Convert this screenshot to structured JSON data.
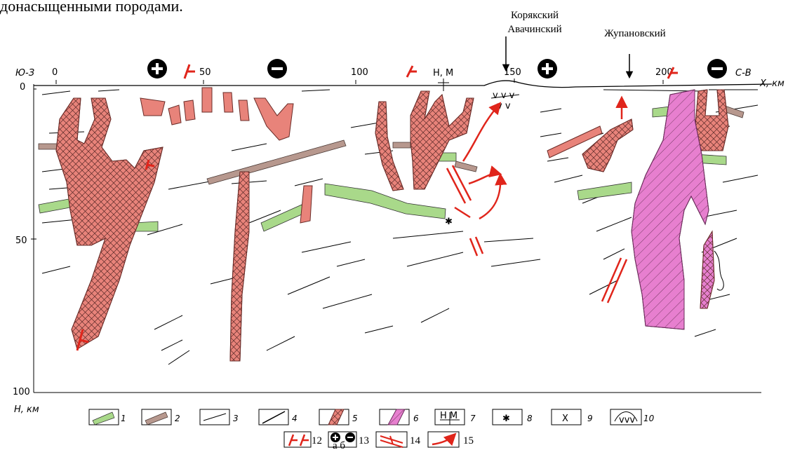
{
  "caption_fragment": "донасыщенными породами.",
  "volcanoes": {
    "left_line1": "Корякский",
    "left_line2": "Авачинский",
    "right": "Жупановский"
  },
  "axes": {
    "left_top": "Ю-З",
    "right_top": "С-В",
    "x_unit": "X, км",
    "y_unit": "H, км",
    "x_ticks": [
      "0",
      "50",
      "100",
      "150",
      "200"
    ],
    "y_ticks": [
      "0",
      "50",
      "100"
    ],
    "nm_label": "Н, М"
  },
  "legend": {
    "row1": [
      "1",
      "2",
      "3",
      "4",
      "5",
      "6",
      "7",
      "8",
      "9",
      "10"
    ],
    "row2": [
      "12",
      "13",
      "14",
      "15"
    ],
    "item7_text": "Н М",
    "item9_text": "X",
    "item13_sub": "а б"
  },
  "colors": {
    "red_body": "#e8837a",
    "magenta_body": "#e77fcf",
    "green_layer": "#a9d98a",
    "brown_layer": "#b7988e",
    "red_symbol": "#e0251b"
  }
}
